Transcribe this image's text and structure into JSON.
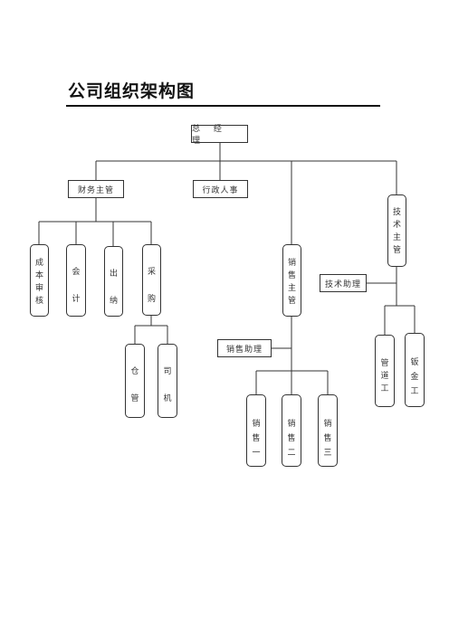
{
  "title": "公司组织架构图",
  "nodes": {
    "gm": "总 经 理",
    "finance": "财务主管",
    "admin": "行政人事",
    "tech": "技术主管",
    "sales": "销售主管",
    "tech_assistant": "技术助理",
    "sales_assistant": "销售助理",
    "cost_audit": "成本审核",
    "accounting": "会计",
    "cashier": "出纳",
    "purchasing": "采购",
    "warehouse": "仓管",
    "driver": "司机",
    "sales_1": "销售一",
    "sales_2": "销售二",
    "sales_3": "销售三",
    "pipe_worker": "管道工",
    "sheet_metal_worker": "钣金工"
  }
}
